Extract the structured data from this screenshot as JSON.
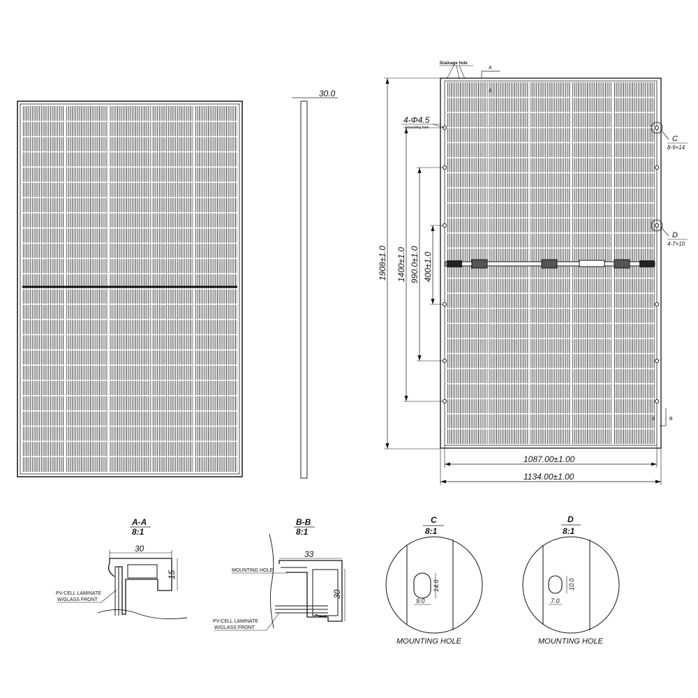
{
  "front_view": {
    "rows": 24,
    "cols": 5
  },
  "side_view": {
    "thickness": "30.0"
  },
  "rear_view": {
    "drainage_label": "Drainage  hole",
    "section_a": "A",
    "section_b": "B",
    "holes_label": "4-Φ4.5",
    "grounding_label": "Grounding hole",
    "dim_height": "1908±1.0",
    "dim_1400": "1400±1.0",
    "dim_990": "990.0±1.0",
    "dim_400": "400±1.0",
    "dim_inner_width": "1087.00±1.00",
    "dim_outer_width": "1134.00±1.00",
    "detail_c": "C",
    "detail_c_spec": "8-9×14",
    "detail_d": "D",
    "detail_d_spec": "4-7×10"
  },
  "section_aa": {
    "title": "A-A",
    "scale": "8:1",
    "width": "30",
    "height": "15",
    "laminate_label": [
      "PV-CELL LAMINATE",
      "W/GLASS FRONT"
    ]
  },
  "section_bb": {
    "title": "B-B",
    "scale": "8:1",
    "width": "33",
    "height": "30",
    "mounting_label": "MOUNTING HOLE",
    "laminate_label": [
      "PV-CELL LAMINATE",
      "W/GLASS FRONT"
    ]
  },
  "detail_c": {
    "title": "C",
    "scale": "8:1",
    "slot_w": "9.0",
    "slot_h": "14.0",
    "caption": "MOUNTING HOLE"
  },
  "detail_d": {
    "title": "D",
    "scale": "8:1",
    "slot_w": "7.0",
    "slot_h": "10.0",
    "caption": "MOUNTING HOLE"
  }
}
